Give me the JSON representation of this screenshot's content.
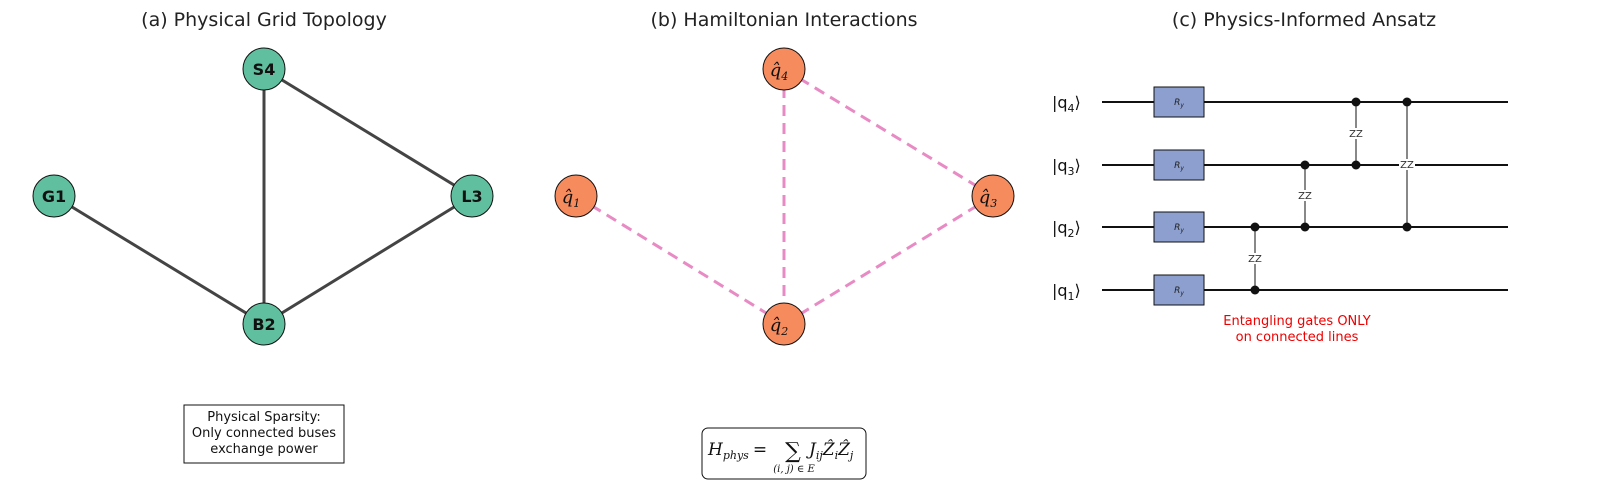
{
  "panels": {
    "a": {
      "title": "(a) Physical Grid Topology",
      "nodes": [
        "S4",
        "G1",
        "L3",
        "B2"
      ],
      "node_color": "#5fbf9f",
      "edge_color": "#444444",
      "note_lines": [
        "Physical Sparsity:",
        "Only connected buses",
        "exchange power"
      ]
    },
    "b": {
      "title": "(b) Hamiltonian Interactions",
      "nodes": [
        {
          "base": "q̂",
          "sub": "4"
        },
        {
          "base": "q̂",
          "sub": "1"
        },
        {
          "base": "q̂",
          "sub": "3"
        },
        {
          "base": "q̂",
          "sub": "2"
        }
      ],
      "node_color": "#f68b5e",
      "edge_color": "#e88bc4",
      "formula": {
        "lhs": "H",
        "lhs_sub": "phys",
        "eq": "=",
        "sum": "∑",
        "sum_sub": "(i, j) ∈ E",
        "term_J": "J",
        "term_J_sub": "ij",
        "term_Z1": "Ẑ",
        "term_Z1_sub": "i",
        "term_Z2": "Ẑ",
        "term_Z2_sub": "j"
      }
    },
    "c": {
      "title": "(c) Physics-Informed Ansatz",
      "qubits": [
        {
          "label": "|q",
          "sub": "4",
          "close": "⟩"
        },
        {
          "label": "|q",
          "sub": "3",
          "close": "⟩"
        },
        {
          "label": "|q",
          "sub": "2",
          "close": "⟩"
        },
        {
          "label": "|q",
          "sub": "1",
          "close": "⟩"
        }
      ],
      "gate_label": "R",
      "gate_label_sub": "y",
      "gate_color": "#8c9fcf",
      "entangler_label": "ZZ",
      "note_lines": [
        "Entangling gates ONLY",
        "on connected lines"
      ],
      "note_color": "#ee0000"
    }
  }
}
